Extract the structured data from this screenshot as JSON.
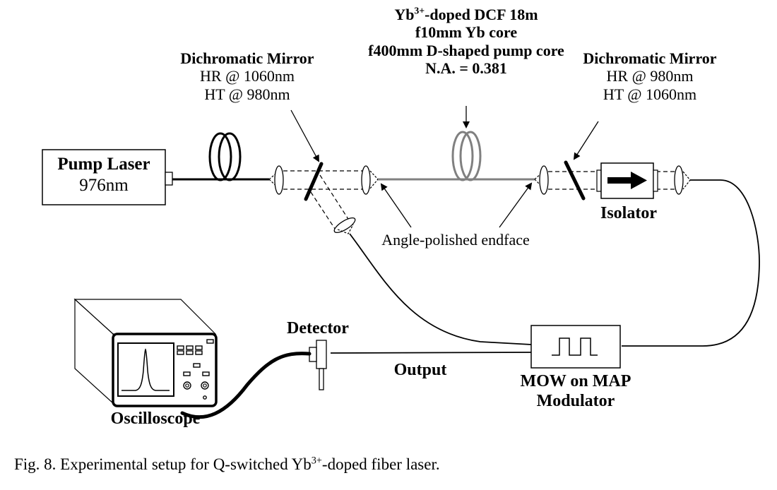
{
  "components": {
    "pump_laser": {
      "title": "Pump Laser",
      "wavelength": "976nm"
    },
    "mirror_left": {
      "title": "Dichromatic Mirror",
      "line1": "HR @ 1060nm",
      "line2": "HT @ 980nm"
    },
    "mirror_right": {
      "title": "Dichromatic Mirror",
      "line1": "HR @ 980nm",
      "line2": "HT @ 1060nm"
    },
    "gain_fiber": {
      "title_prefix": "Yb",
      "title_sup": "3+",
      "title_suffix": "-doped DCF 18m",
      "line2": "f10mm Yb core",
      "line3": "f400mm D-shaped pump core",
      "line4": "N.A. = 0.381"
    },
    "endface": {
      "label": "Angle-polished endface"
    },
    "isolator": {
      "label": "Isolator"
    },
    "detector": {
      "label": "Detector"
    },
    "output": {
      "label": "Output"
    },
    "modulator": {
      "line1": "MOW on MAP",
      "line2": "Modulator"
    },
    "oscilloscope": {
      "label": "Oscilloscope"
    }
  },
  "caption": {
    "prefix": "Fig. 8. Experimental setup for Q-switched Yb",
    "sup": "3+",
    "suffix": "-doped fiber laser."
  },
  "colors": {
    "line": "#000000",
    "gain_fiber": "#808080",
    "background": "#ffffff"
  }
}
